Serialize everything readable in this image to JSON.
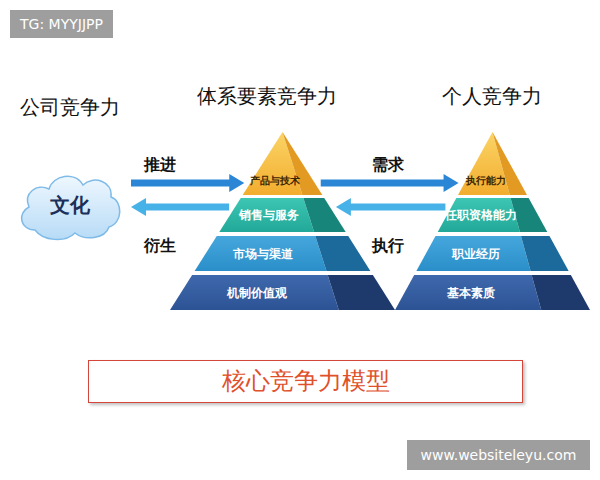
{
  "diagram": {
    "caption": "核心竞争力模型",
    "nodes": [
      {
        "text": [
          "公司竞争力",
          "文化"
        ]
      },
      {
        "text": [
          "体系要素竞争力"
        ]
      },
      {
        "text": [
          "产品与技术"
        ],
        "in": 1
      },
      {
        "text": [
          "销售与服务"
        ],
        "in": 1
      },
      {
        "text": [
          "市场与渠道"
        ],
        "in": 1
      },
      {
        "text": [
          "机制价值观"
        ],
        "in": 1
      },
      {
        "text": [
          "个人竞争力"
        ]
      },
      {
        "text": [
          "执行能力"
        ],
        "in": 6
      },
      {
        "text": [
          "任职资格能力"
        ],
        "in": 6
      },
      {
        "text": [
          "职业经历"
        ],
        "in": 6
      },
      {
        "text": [
          "基本素质"
        ],
        "in": 6
      }
    ],
    "edges": [
      {
        "from": 0,
        "to": 1,
        "arrow": "to",
        "label": "推进"
      },
      {
        "from": 1,
        "to": 0,
        "arrow": "to",
        "label": "衍生"
      },
      {
        "from": 1,
        "to": 6,
        "arrow": "to",
        "label": "需求"
      },
      {
        "from": 6,
        "to": 1,
        "arrow": "to",
        "label": "执行"
      }
    ],
    "labels": [
      "TG: MYYJJPP",
      "www.websiteleyu.com"
    ]
  }
}
